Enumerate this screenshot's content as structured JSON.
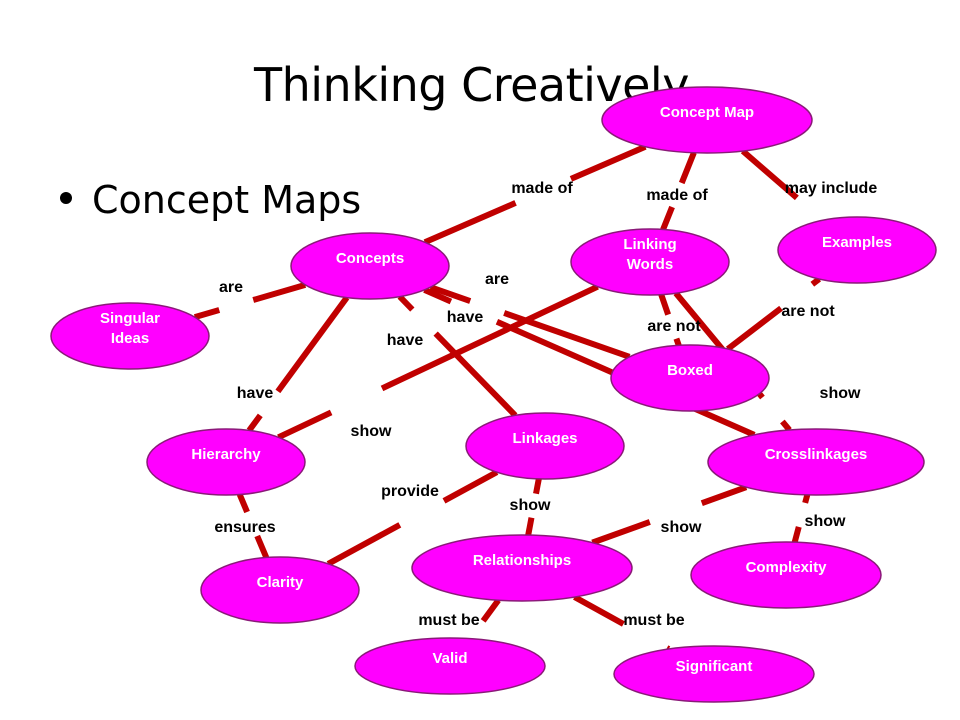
{
  "slide": {
    "title": "Thinking Creatively",
    "bullet": "Concept Maps"
  },
  "colors": {
    "node_fill": "#ff00ff",
    "edge": "#c00000",
    "node_text": "#ffffff"
  },
  "diagram": {
    "nodes": [
      {
        "id": "concept-map",
        "lines": [
          "Concept Map"
        ]
      },
      {
        "id": "concepts",
        "lines": [
          "Concepts"
        ]
      },
      {
        "id": "linking-words",
        "lines": [
          "Linking",
          "Words"
        ]
      },
      {
        "id": "examples",
        "lines": [
          "Examples"
        ]
      },
      {
        "id": "singular-ideas",
        "lines": [
          "Singular",
          "Ideas"
        ]
      },
      {
        "id": "boxed",
        "lines": [
          "Boxed"
        ]
      },
      {
        "id": "hierarchy",
        "lines": [
          "Hierarchy"
        ]
      },
      {
        "id": "linkages",
        "lines": [
          "Linkages"
        ]
      },
      {
        "id": "crosslinkages",
        "lines": [
          "Crosslinkages"
        ]
      },
      {
        "id": "clarity",
        "lines": [
          "Clarity"
        ]
      },
      {
        "id": "relationships",
        "lines": [
          "Relationships"
        ]
      },
      {
        "id": "complexity",
        "lines": [
          "Complexity"
        ]
      },
      {
        "id": "valid",
        "lines": [
          "Valid"
        ]
      },
      {
        "id": "significant",
        "lines": [
          "Significant"
        ]
      }
    ],
    "edges": [
      {
        "from": "concept-map",
        "to": "concepts",
        "label": "made of"
      },
      {
        "from": "concept-map",
        "to": "linking-words",
        "label": "made of"
      },
      {
        "from": "concept-map",
        "to": "examples",
        "label": "may include"
      },
      {
        "from": "concepts",
        "to": "singular-ideas",
        "label": "are"
      },
      {
        "from": "concepts",
        "to": "boxed",
        "label": "are"
      },
      {
        "from": "concepts",
        "to": "crosslinkages",
        "label": "have"
      },
      {
        "from": "concepts",
        "to": "linkages",
        "label": "have"
      },
      {
        "from": "concepts",
        "to": "hierarchy",
        "label": "have"
      },
      {
        "from": "linking-words",
        "to": "boxed",
        "label": "are not"
      },
      {
        "from": "examples",
        "to": "boxed",
        "label": "are not"
      },
      {
        "from": "linking-words",
        "to": "hierarchy",
        "label": "show"
      },
      {
        "from": "linking-words",
        "to": "crosslinkages",
        "label": "show"
      },
      {
        "from": "hierarchy",
        "to": "clarity",
        "label": "ensures"
      },
      {
        "from": "linkages",
        "to": "clarity",
        "label": "provide"
      },
      {
        "from": "linkages",
        "to": "relationships",
        "label": "show"
      },
      {
        "from": "crosslinkages",
        "to": "relationships",
        "label": "show"
      },
      {
        "from": "crosslinkages",
        "to": "complexity",
        "label": "show"
      },
      {
        "from": "relationships",
        "to": "valid",
        "label": "must be"
      },
      {
        "from": "relationships",
        "to": "significant",
        "label": "must be"
      }
    ]
  }
}
